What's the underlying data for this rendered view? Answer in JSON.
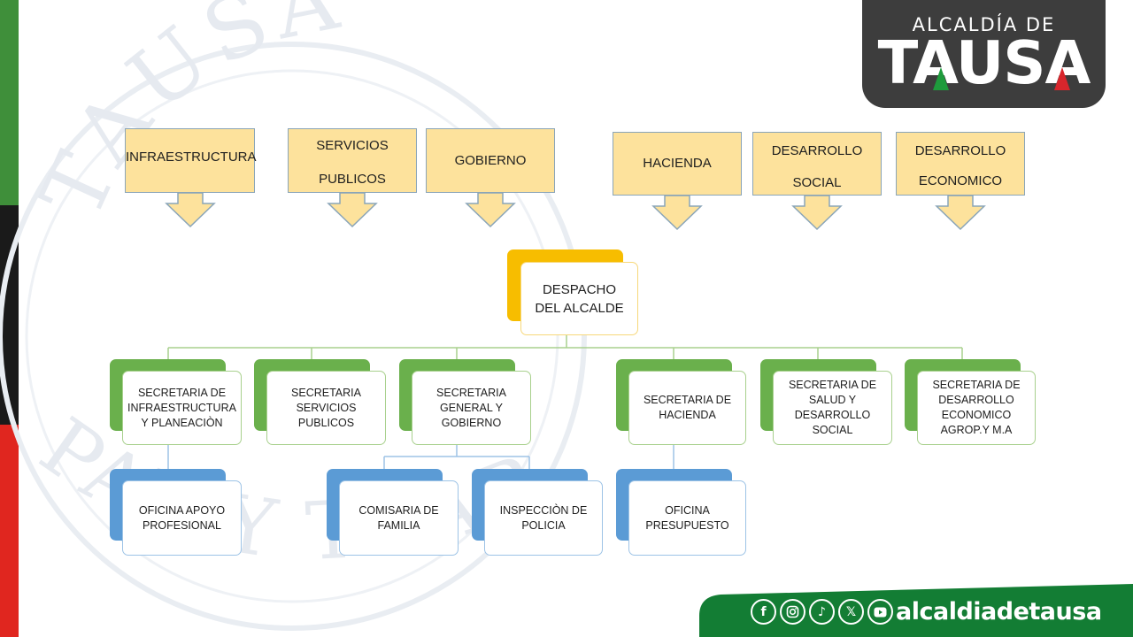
{
  "logo": {
    "top_text": "ALCALDÍA DE",
    "main_text": "TAUSA"
  },
  "watermark": {
    "top_text": "TAUSA",
    "bottom_text": "PAZ Y TRABAJO"
  },
  "top_boxes": [
    {
      "id": "infraestructura",
      "lines": [
        "INFRAESTRUCTURA"
      ]
    },
    {
      "id": "servicios",
      "lines": [
        "SERVICIOS",
        "PUBLICOS"
      ]
    },
    {
      "id": "gobierno",
      "lines": [
        "GOBIERNO"
      ]
    },
    {
      "id": "hacienda",
      "lines": [
        "HACIENDA"
      ]
    },
    {
      "id": "desarrollo-social",
      "lines": [
        "DESARROLLO",
        "SOCIAL"
      ]
    },
    {
      "id": "desarrollo-economico",
      "lines": [
        "DESARROLLO",
        "ECONOMICO"
      ]
    }
  ],
  "org_chart": {
    "root": "DESPACHO\nDEL ALCALDE",
    "secretarias": [
      "SECRETARIA DE\nINFRAESTRUCTURA\nY PLANEACIÒN",
      "SECRETARIA\nSERVICIOS\nPUBLICOS",
      "SECRETARIA\nGENERAL Y\nGOBIERNO",
      "SECRETARIA DE\nHACIENDA",
      "SECRETARIA DE\nSALUD Y\nDESARROLLO\nSOCIAL",
      "SECRETARIA DE\nDESARROLLO\nECONOMICO\nAGROP.Y M.A"
    ],
    "oficinas": [
      "OFICINA APOYO\nPROFESIONAL",
      "COMISARIA DE\nFAMILIA",
      "INSPECCIÒN DE\nPOLICIA",
      "OFICINA\nPRESUPUESTO"
    ]
  },
  "footer": {
    "handle": "alcaldiadetausa",
    "icons": [
      "facebook-icon",
      "instagram-icon",
      "tiktok-icon",
      "x-icon",
      "youtube-icon"
    ]
  },
  "colors": {
    "stripe_green": "#3f8f3a",
    "stripe_black": "#1a1a1a",
    "stripe_red": "#e0261f",
    "top_box_fill": "#fde29c",
    "root_accent": "#f7bd00",
    "secretaria_accent": "#6ab04c",
    "oficina_accent": "#5b9bd5",
    "footer_green": "#137d34",
    "logo_bg": "#3d3d3d"
  }
}
